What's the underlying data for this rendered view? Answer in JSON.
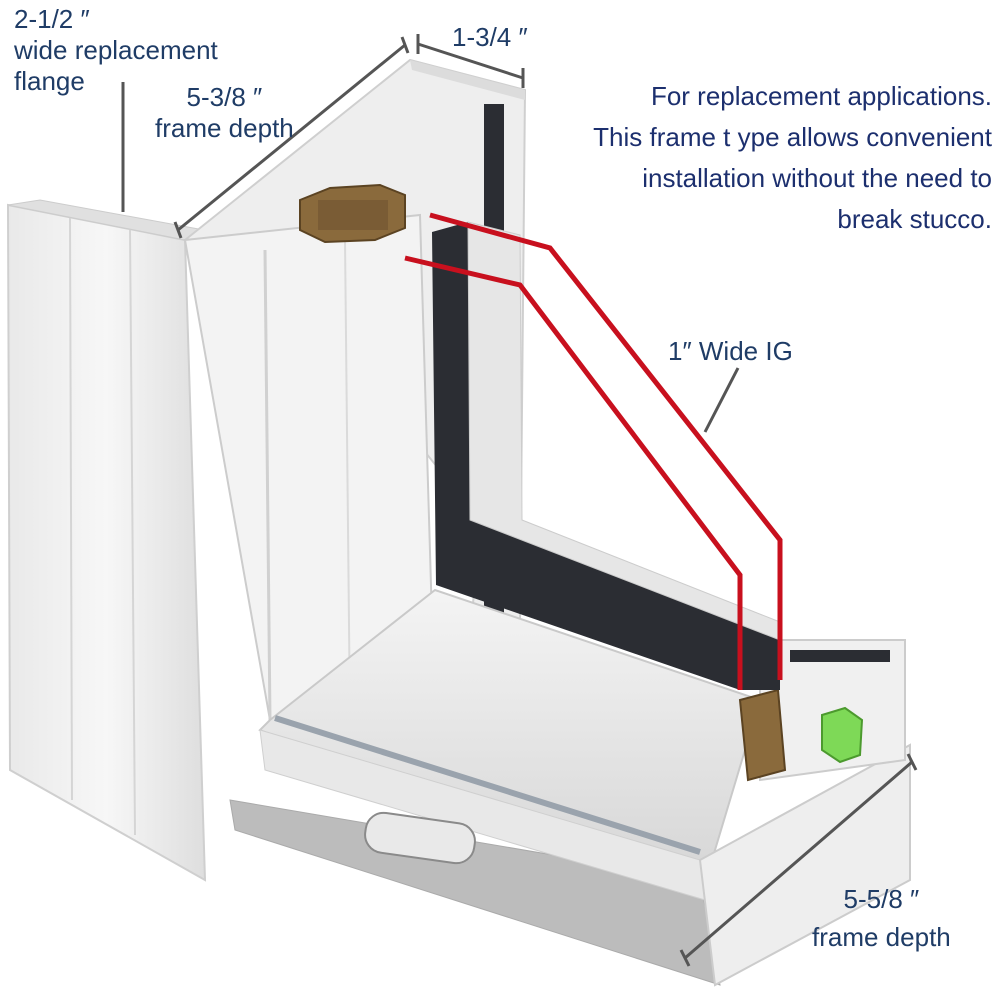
{
  "labels": {
    "flange": [
      "2-1/2 ″",
      "wide replacement",
      "flange"
    ],
    "depth_top": [
      "5-3/8 ″",
      "frame depth"
    ],
    "width": "1-3/4 ″",
    "description": [
      "For replacement applications.",
      "This frame t ype allows convenient",
      "installation without the need to",
      "break stucco."
    ],
    "ig": "1″ Wide IG",
    "depth_bottom": [
      "5-5/8 ″",
      "frame depth"
    ]
  },
  "colors": {
    "text_navy": "#1c2f6e",
    "text_dark": "#1f3c66",
    "dimension_line": "#555555",
    "frame_white": "#f2f2f2",
    "frame_shade": "#d9d9d9",
    "spacer_dark": "#2b2d33",
    "glass_edge": "#c8101e",
    "wood_insert": "#8a6a3c",
    "weatherstrip_green": "#7ed957"
  }
}
